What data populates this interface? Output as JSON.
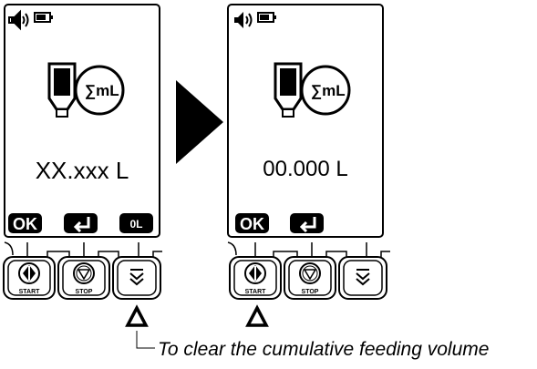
{
  "left_screen": {
    "volume_value": "XX.xxx L",
    "soft_keys": [
      "OK",
      "↵",
      "0L"
    ]
  },
  "right_screen": {
    "volume_value": "00.000 L",
    "soft_keys": [
      "OK",
      "↵"
    ]
  },
  "icon_label": "∑mL",
  "buttons": [
    "START",
    "STOP",
    ""
  ],
  "caption": "To clear the cumulative feeding volume",
  "colors": {
    "ink": "#000000",
    "background": "#ffffff"
  },
  "icons": [
    "speaker-icon",
    "battery-icon",
    "bottle-icon",
    "sum-ml-icon",
    "enter-icon",
    "arrow-right-icon",
    "start-icon",
    "stop-icon",
    "scroll-icon",
    "triangle-pointer-icon"
  ]
}
